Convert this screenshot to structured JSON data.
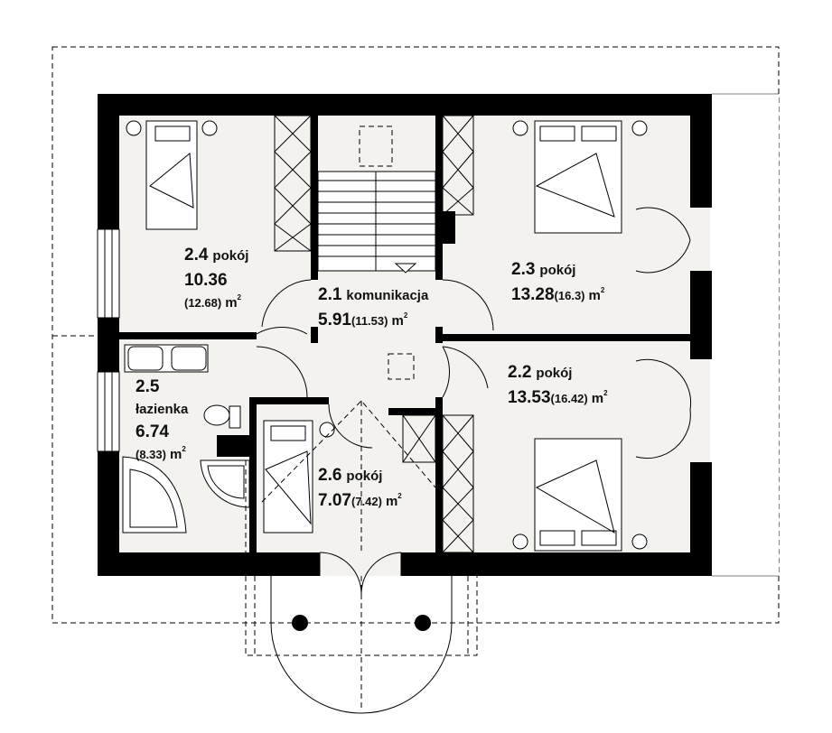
{
  "rooms": [
    {
      "id": "2.1",
      "name": "komunikacja",
      "area": "5.91",
      "area_total": "(11.53)",
      "unit": "m",
      "unit_sup": "2"
    },
    {
      "id": "2.2",
      "name": "pokój",
      "area": "13.53",
      "area_total": "(16.42)",
      "unit": "m",
      "unit_sup": "2"
    },
    {
      "id": "2.3",
      "name": "pokój",
      "area": "13.28",
      "area_total": "(16.3)",
      "unit": "m",
      "unit_sup": "2"
    },
    {
      "id": "2.4",
      "name": "pokój",
      "area": "10.36",
      "area_total": "(12.68)",
      "unit": "m",
      "unit_sup": "2"
    },
    {
      "id": "2.5",
      "name": "łazienka",
      "area": "6.74",
      "area_total": "(8.33)",
      "unit": "m",
      "unit_sup": "2"
    },
    {
      "id": "2.6",
      "name": "pokój",
      "area": "7.07",
      "area_total": "(7.42)",
      "unit": "m",
      "unit_sup": "2"
    }
  ],
  "colors": {
    "floor": "#f4f2ee",
    "wall": "#000000",
    "background": "#ffffff"
  }
}
